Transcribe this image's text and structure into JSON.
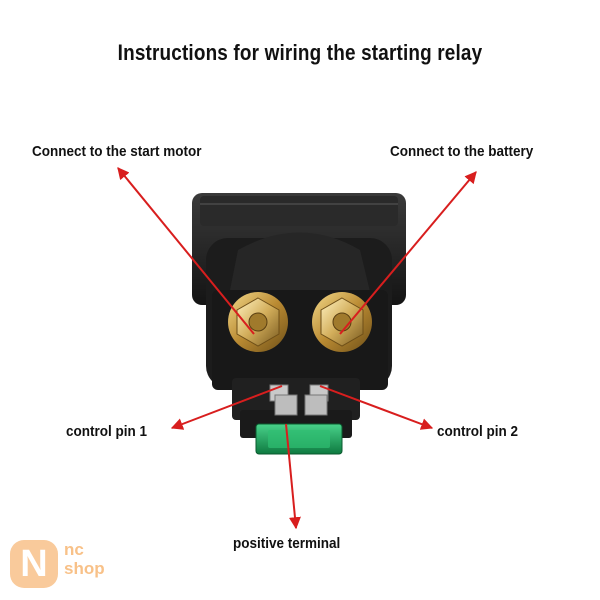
{
  "title": "Instructions for wiring the starting relay",
  "labels": {
    "start_motor": "Connect to the start motor",
    "battery": "Connect to the battery",
    "control_pin_1": "control pin 1",
    "control_pin_2": "control pin 2",
    "positive_terminal": "positive terminal"
  },
  "logo": {
    "letter": "N",
    "line1": "nc",
    "line2": "shop"
  },
  "colors": {
    "arrow": "#d81e1e",
    "relay_body": "#1c1c1c",
    "fuse": "#19a35a",
    "logo": "#f5a04a",
    "text": "#111111"
  }
}
